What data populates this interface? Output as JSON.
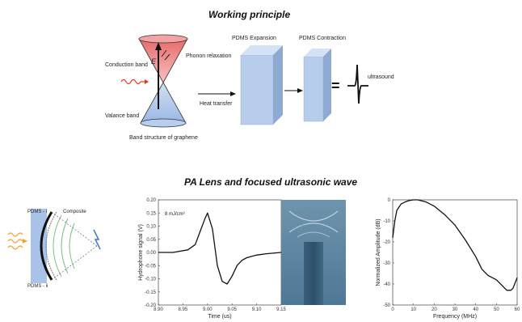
{
  "titles": {
    "working_principle": "Working principle",
    "pa_lens": "PA Lens and focused ultrasonic wave"
  },
  "band": {
    "conduction": "Conduction band",
    "valance": "Valance band",
    "phonon": "Phonon relaxation",
    "energy_symbol": "E",
    "structure": "Band structure of graphene",
    "heat": "Heat transfer"
  },
  "pdms": {
    "expansion": "PDMS Expansion",
    "contraction": "PDMS Contraction",
    "equals": "=",
    "ultrasound": "ultrasound"
  },
  "lens": {
    "pdms_i": "PDMS - i",
    "composite": "Composite",
    "pdms_ii": "PDMS - ii"
  },
  "colors": {
    "cone_top": "#f08d8d",
    "cone_bottom": "#a9c3e8",
    "block": "#b7cdeb",
    "laser": "#e8331c",
    "arc_green": "#7fbf7f",
    "lens_blue": "#4a7fc6"
  },
  "chart_data": [
    {
      "type": "line",
      "ylabel": "Hydrophone signal (V)",
      "xlabel": "Time (us)",
      "annotation": "8 mJ/cm²",
      "xlim": [
        8.9,
        9.15
      ],
      "ylim": [
        -0.2,
        0.2
      ],
      "xticks": [
        "8.90",
        "8.95",
        "9.00",
        "9.05",
        "9.10",
        "9.15"
      ],
      "yticks": [
        "0.20",
        "0.15",
        "0.10",
        "0.05",
        "0.00",
        "-0.05",
        "-0.10",
        "-0.15",
        "-0.20"
      ],
      "x": [
        8.9,
        8.93,
        8.96,
        8.975,
        8.985,
        8.995,
        9.0,
        9.01,
        9.02,
        9.03,
        9.04,
        9.05,
        9.06,
        9.07,
        9.08,
        9.1,
        9.12,
        9.15
      ],
      "y": [
        0.0,
        0.0,
        0.01,
        0.03,
        0.08,
        0.13,
        0.15,
        0.09,
        -0.05,
        -0.11,
        -0.12,
        -0.09,
        -0.05,
        -0.03,
        -0.02,
        -0.01,
        -0.005,
        0.0
      ]
    },
    {
      "type": "line",
      "ylabel": "Normalized Amplitude (dB)",
      "xlabel": "Frequency (MHz)",
      "xlim": [
        0,
        60
      ],
      "ylim": [
        -50,
        0
      ],
      "xticks": [
        "0",
        "10",
        "20",
        "30",
        "40",
        "50",
        "60"
      ],
      "yticks": [
        "0",
        "-10",
        "-20",
        "-30",
        "-40",
        "-50"
      ],
      "x": [
        0,
        1,
        2,
        4,
        6,
        8,
        10,
        12,
        14,
        16,
        20,
        25,
        30,
        35,
        40,
        43,
        46,
        50,
        53,
        55,
        57,
        58,
        60
      ],
      "y": [
        -18,
        -10,
        -5,
        -2,
        -1,
        -0.3,
        0,
        0,
        -0.5,
        -1,
        -3,
        -7,
        -12,
        -19,
        -27,
        -33,
        -36,
        -38,
        -41,
        -43,
        -43,
        -42,
        -37
      ]
    }
  ]
}
